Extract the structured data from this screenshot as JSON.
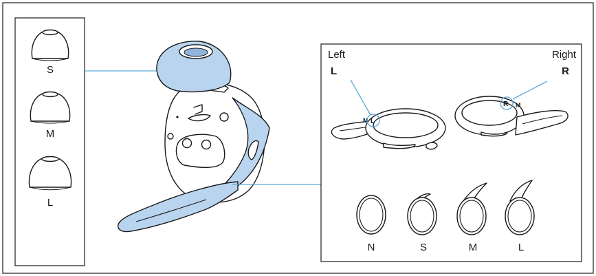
{
  "ear_tips": {
    "sizes": [
      "S",
      "M",
      "L"
    ]
  },
  "ear_fins": {
    "left": {
      "side": "Left",
      "letter": "L"
    },
    "right": {
      "side": "Right",
      "letter": "R"
    },
    "sizes": [
      "N",
      "S",
      "M",
      "L"
    ]
  }
}
